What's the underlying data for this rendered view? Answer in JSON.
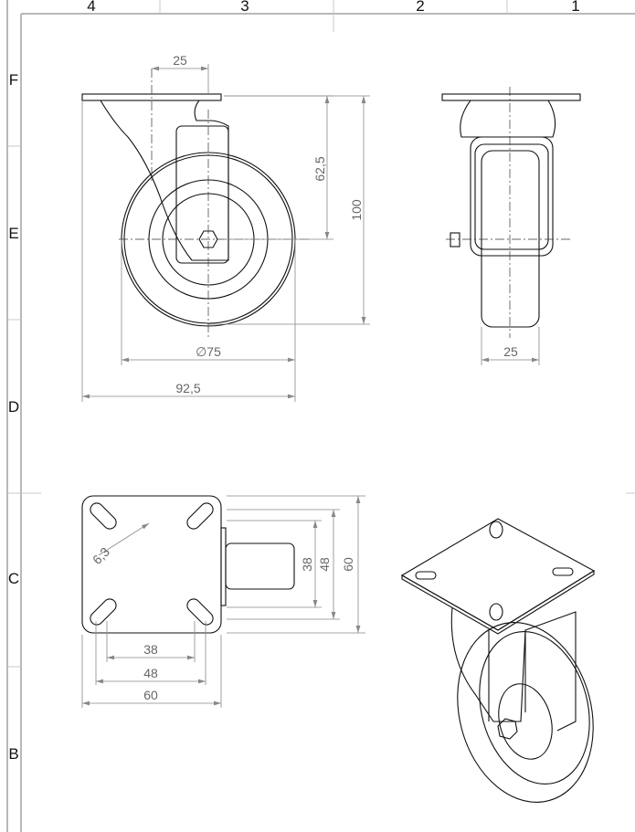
{
  "zones": {
    "columns": [
      "4",
      "3",
      "2",
      "1"
    ],
    "rows": [
      "F",
      "E",
      "D",
      "C",
      "B"
    ]
  },
  "front_view": {
    "plate_hole_spacing": "25",
    "swivel_offset": "62,5",
    "height": "100",
    "wheel_diameter": "∅75",
    "overall_length": "92,5"
  },
  "side_view": {
    "wheel_width": "25"
  },
  "top_view": {
    "slot_width": "6,3",
    "hole_spacing_inner_v": "38",
    "hole_spacing_outer_v": "48",
    "plate_height": "60",
    "hole_spacing_inner_h": "38",
    "hole_spacing_outer_h": "48",
    "plate_width": "60"
  }
}
